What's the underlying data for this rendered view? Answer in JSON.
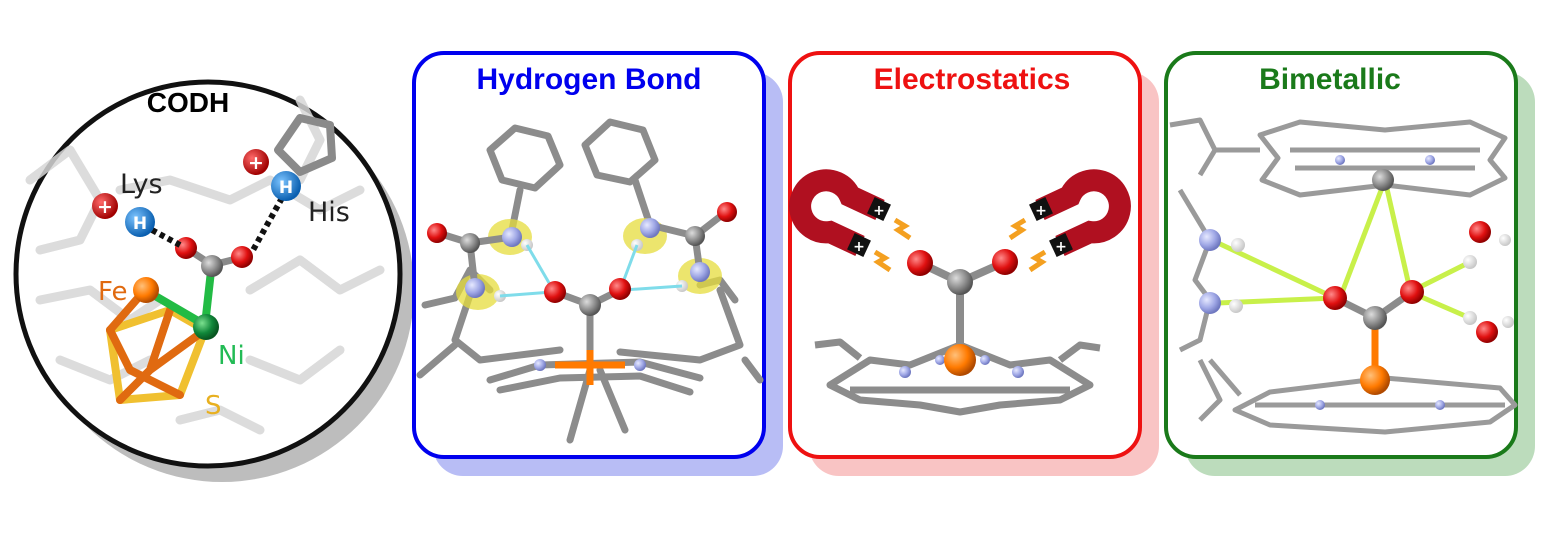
{
  "codh": {
    "title": "CODH",
    "labels": {
      "lys": "Lys",
      "his": "His",
      "fe": "Fe",
      "ni": "Ni",
      "s": "S",
      "h_lys": "H",
      "h_his": "H",
      "plus": "+"
    }
  },
  "panels": [
    {
      "title": "Hydrogen Bond",
      "color": "#0000ee",
      "shadow": "#b8bdf5"
    },
    {
      "title": "Electrostatics",
      "color": "#ee1111",
      "shadow": "#f9c4c4"
    },
    {
      "title": "Bimetallic",
      "color": "#1a7a1a",
      "shadow": "#bcdcbc"
    }
  ],
  "colors": {
    "carbon": "#8c8c8c",
    "oxygen": "#e01010",
    "nitrogen": "#a0a8e6",
    "iron": "#ff7a00",
    "nickel": "#11aa33",
    "sulfur": "#f0c030",
    "hbond": "#7fdcea",
    "metal_bond": "#c8f04a",
    "magnet": "#b01020"
  }
}
